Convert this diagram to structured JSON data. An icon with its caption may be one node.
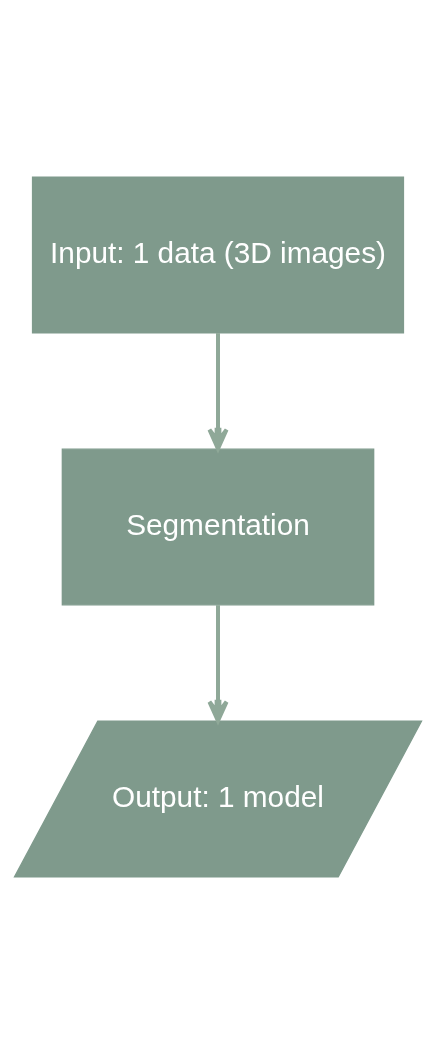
{
  "diagram": {
    "nodes": [
      {
        "text": [
          "Input: 1 data (3D images)"
        ]
      },
      {
        "text": [
          "Segmentation"
        ]
      },
      {
        "text": [
          "Output: 1 model"
        ]
      }
    ],
    "edges": [
      {
        "from": 0,
        "to": 1,
        "arrow": "to"
      },
      {
        "from": 1,
        "to": 2,
        "arrow": "to"
      }
    ]
  }
}
